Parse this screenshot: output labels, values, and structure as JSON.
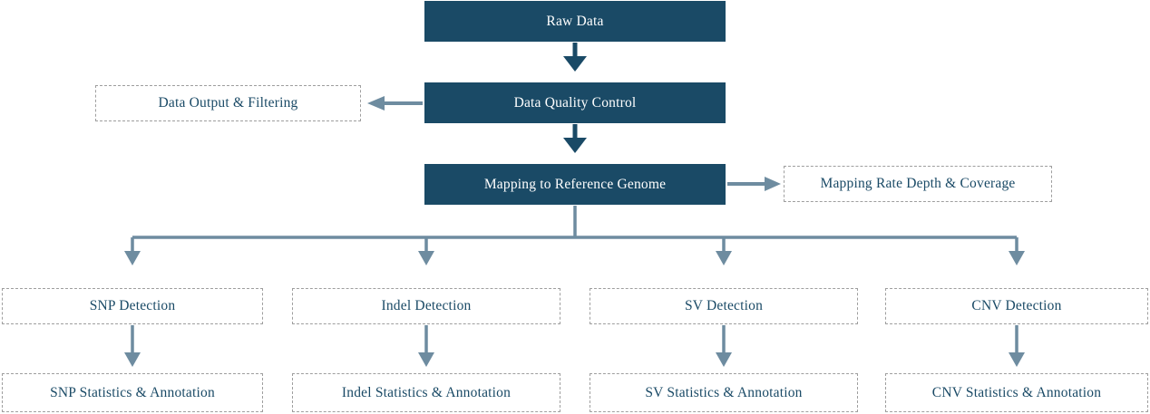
{
  "diagram": {
    "title": "Resequencing analysis pipeline flowchart",
    "nodes": {
      "raw_data": "Raw Data",
      "data_quality_control": "Data Quality Control",
      "data_output_filtering": "Data Output & Filtering",
      "mapping_to_reference_genome": "Mapping to Reference Genome",
      "mapping_rate_depth_coverage": "Mapping Rate Depth & Coverage",
      "snp_detection": "SNP Detection",
      "indel_detection": "Indel Detection",
      "sv_detection": "SV Detection",
      "cnv_detection": "CNV Detection",
      "snp_statistics_annotation": "SNP Statistics & Annotation",
      "indel_statistics_annotation": "Indel Statistics & Annotation",
      "sv_statistics_annotation": "SV Statistics & Annotation",
      "cnv_statistics_annotation": "CNV Statistics & Annotation"
    },
    "edges": [
      {
        "from": "raw_data",
        "to": "data_quality_control",
        "direction": "down"
      },
      {
        "from": "data_quality_control",
        "to": "data_output_filtering",
        "direction": "left"
      },
      {
        "from": "data_quality_control",
        "to": "mapping_to_reference_genome",
        "direction": "down"
      },
      {
        "from": "mapping_to_reference_genome",
        "to": "mapping_rate_depth_coverage",
        "direction": "right"
      },
      {
        "from": "mapping_to_reference_genome",
        "to": "snp_detection",
        "direction": "down-branch"
      },
      {
        "from": "mapping_to_reference_genome",
        "to": "indel_detection",
        "direction": "down-branch"
      },
      {
        "from": "mapping_to_reference_genome",
        "to": "sv_detection",
        "direction": "down-branch"
      },
      {
        "from": "mapping_to_reference_genome",
        "to": "cnv_detection",
        "direction": "down-branch"
      },
      {
        "from": "snp_detection",
        "to": "snp_statistics_annotation",
        "direction": "down"
      },
      {
        "from": "indel_detection",
        "to": "indel_statistics_annotation",
        "direction": "down"
      },
      {
        "from": "sv_detection",
        "to": "sv_statistics_annotation",
        "direction": "down"
      },
      {
        "from": "cnv_detection",
        "to": "cnv_statistics_annotation",
        "direction": "down"
      }
    ],
    "colors": {
      "solid_node_bg": "#1a4a66",
      "solid_node_text": "#ffffff",
      "dashed_node_text": "#1a4a66",
      "dashed_node_border": "#9e9e9e",
      "arrow_dark": "#1a4a66",
      "arrow_light": "#6e8ca0"
    }
  }
}
